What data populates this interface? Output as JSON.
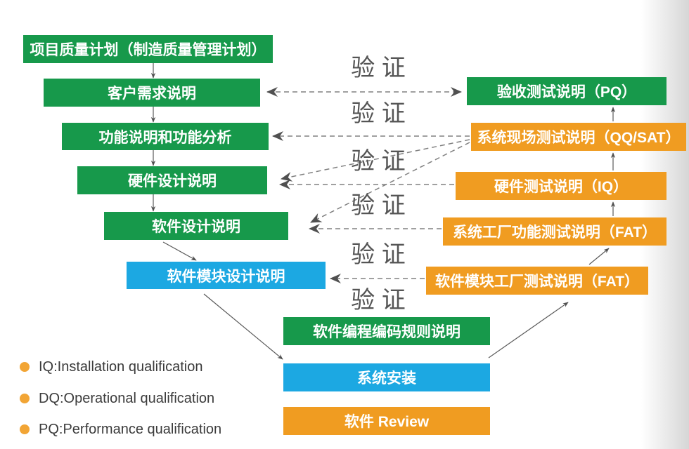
{
  "palette": {
    "verify_text": "#555555",
    "connector_dashed": "#808080",
    "connector_solid": "#5a5a5a",
    "arrowhead": "#505050",
    "legend_text": "#3b3b3b"
  },
  "design_side": {
    "project_quality_plan": {
      "label": "项目质量计划（制造质量管理计划）",
      "fill": "#17994b"
    },
    "customer_requirements": {
      "label": "客户需求说明",
      "fill": "#17994b"
    },
    "functional_spec": {
      "label": "功能说明和功能分析",
      "fill": "#17994b"
    },
    "hardware_design": {
      "label": "硬件设计说明",
      "fill": "#17994b"
    },
    "software_design": {
      "label": "软件设计说明",
      "fill": "#17994b"
    },
    "software_module_design": {
      "label": "软件模块设计说明",
      "fill": "#1ca8e2"
    }
  },
  "implementation": {
    "coding_standard": {
      "label": "软件编程编码规则说明",
      "fill": "#17994b"
    },
    "system_installation": {
      "label": "系统安装",
      "fill": "#1ca8e2"
    },
    "software_review": {
      "label": "软件 Review",
      "fill": "#f09c21"
    }
  },
  "test_side": {
    "acceptance_test": {
      "label": "验收测试说明（PQ）",
      "fill": "#17994b"
    },
    "site_test": {
      "label": "系统现场测试说明（QQ/SAT）",
      "fill": "#f09c21"
    },
    "hardware_test": {
      "label": "硬件测试说明（IQ）",
      "fill": "#f09c21"
    },
    "factory_function_test": {
      "label": "系统工厂功能测试说明（FAT）",
      "fill": "#f09c21"
    },
    "module_factory_test": {
      "label": "软件模块工厂测试说明（FAT）",
      "fill": "#f09c21"
    }
  },
  "verify_labels": [
    "验 证",
    "验 证",
    "验 证",
    "验 证",
    "验 证",
    "验 证"
  ],
  "legend": [
    {
      "text": "IQ:Installation qualification",
      "bullet_color": "#f2a535"
    },
    {
      "text": "DQ:Operational qualification",
      "bullet_color": "#f2a535"
    },
    {
      "text": "PQ:Performance qualification",
      "bullet_color": "#f2a535"
    }
  ]
}
